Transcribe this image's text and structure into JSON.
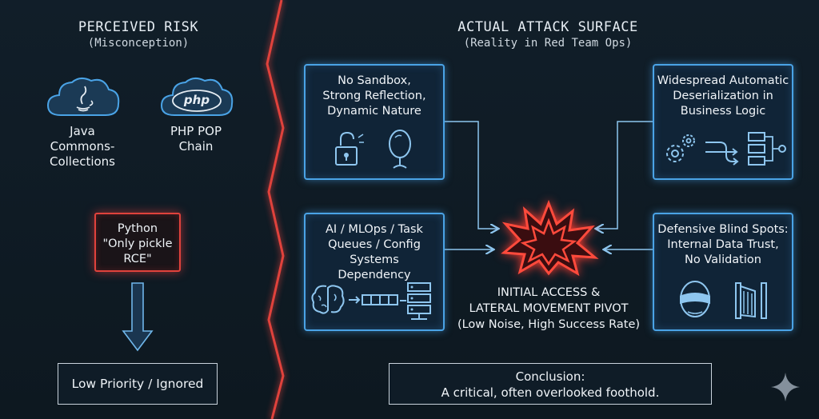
{
  "left": {
    "title": "PERCEIVED RISK",
    "subtitle": "(Misconception)",
    "java_label": [
      "Java",
      "Commons-",
      "Collections"
    ],
    "php_logo": "php",
    "php_label": [
      "PHP POP",
      "Chain"
    ],
    "python_box": [
      "Python",
      "\"Only pickle",
      "RCE\""
    ],
    "result_box": "Low Priority / Ignored"
  },
  "right": {
    "title": "ACTUAL ATTACK SURFACE",
    "subtitle": "(Reality in Red Team Ops)",
    "box_sandbox": [
      "No Sandbox,",
      "Strong Reflection,",
      "Dynamic Nature"
    ],
    "box_deserial": [
      "Widespread Automatic",
      "Deserialization in",
      "Business Logic"
    ],
    "box_mlops": [
      "AI / MLOps / Task",
      "Queues / Config Systems",
      "Dependency"
    ],
    "box_blind": [
      "Defensive Blind Spots:",
      "Internal Data Trust,",
      "No Validation"
    ],
    "center_text": [
      "INITIAL ACCESS &",
      "LATERAL MOVEMENT PIVOT",
      "(Low Noise, High Success Rate)"
    ],
    "conclusion": [
      "Conclusion:",
      "A critical, often overlooked foothold."
    ]
  },
  "colors": {
    "accent_blue": "#4aa3e6",
    "accent_red": "#e0423c",
    "background": "#0f1a24"
  }
}
